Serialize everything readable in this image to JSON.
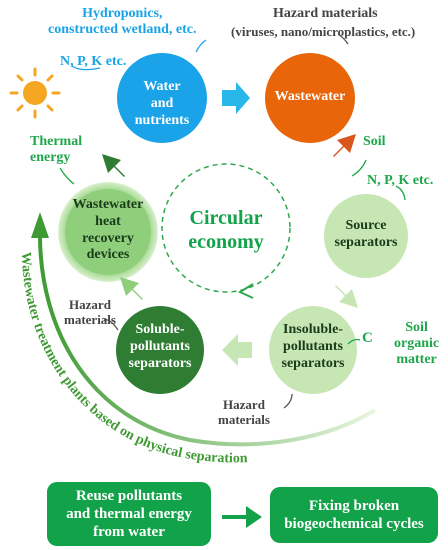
{
  "colors": {
    "blue": "#1aa3e8",
    "orange": "#e8650a",
    "green_dark": "#2e7d32",
    "green_mid": "#6fbf5c",
    "green_light": "#c6e6b4",
    "green_text": "#1fa64b",
    "sun": "#f5a623",
    "box": "#12a34a"
  },
  "labels": {
    "hydroponics": "Hydroponics,\nconstructed wetland, etc.",
    "npk_top": "N, P, K etc.",
    "hazard_top": "Hazard materials",
    "hazard_top_sub": "(viruses, nano/microplastics, etc.)",
    "soil": "Soil",
    "npk_right": "N, P, K etc.",
    "thermal": "Thermal\nenergy",
    "hazard_left": "Hazard\nmaterials",
    "hazard_bottom": "Hazard\nmaterials",
    "carbon": "C",
    "soil_organic": "Soil\norganic\nmatter",
    "center": "Circular\neconomy",
    "arc_text": "Wastewater treatment plants based on physical separation"
  },
  "nodes": {
    "water": "Water\nand\nnutrients",
    "wastewater": "Wastewater",
    "source": "Source\nseparators",
    "insoluble": "Insoluble-\npollutants\nseparators",
    "soluble": "Soluble-\npollutants\nseparators",
    "heat": "Wastewater\nheat\nrecovery\ndevices"
  },
  "boxes": {
    "left": "Reuse pollutants\nand thermal energy\nfrom water",
    "right": "Fixing broken\nbiogeochemical cycles"
  },
  "icons": [
    "sun-icon",
    "arrow-right-icon"
  ]
}
